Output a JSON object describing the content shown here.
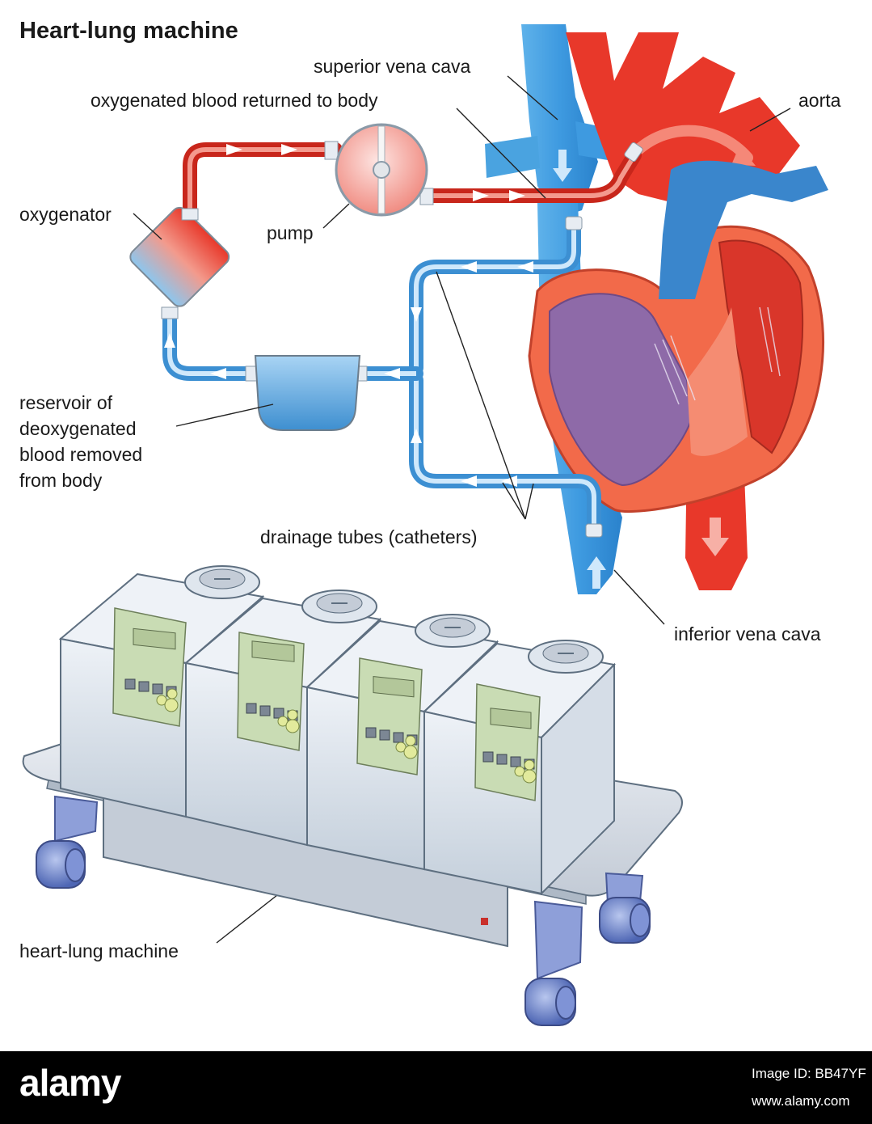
{
  "title": "Heart-lung machine",
  "labels": {
    "superior_vena_cava": "superior vena cava",
    "oxygenated_blood": "oxygenated blood returned to body",
    "aorta": "aorta",
    "oxygenator": "oxygenator",
    "pump": "pump",
    "reservoir": [
      "reservoir of",
      "deoxygenated",
      "blood removed",
      "from body"
    ],
    "drainage_tubes": "drainage tubes (catheters)",
    "inferior_vena_cava": "inferior vena cava",
    "heart_lung_machine": "heart-lung machine"
  },
  "footer": {
    "brand": "alamy",
    "image_id": "Image ID: BB47YF",
    "site": "www.alamy.com"
  },
  "colors": {
    "oxygenated": "#e8382a",
    "deoxygenated": "#4aa3e0",
    "heart_wall": "#f26a4a",
    "heart_chamber": "#8e6aa8",
    "machine_body": "#dfe6ee",
    "machine_panel": "#c9dcb4",
    "wheel": "#6f86c9"
  }
}
